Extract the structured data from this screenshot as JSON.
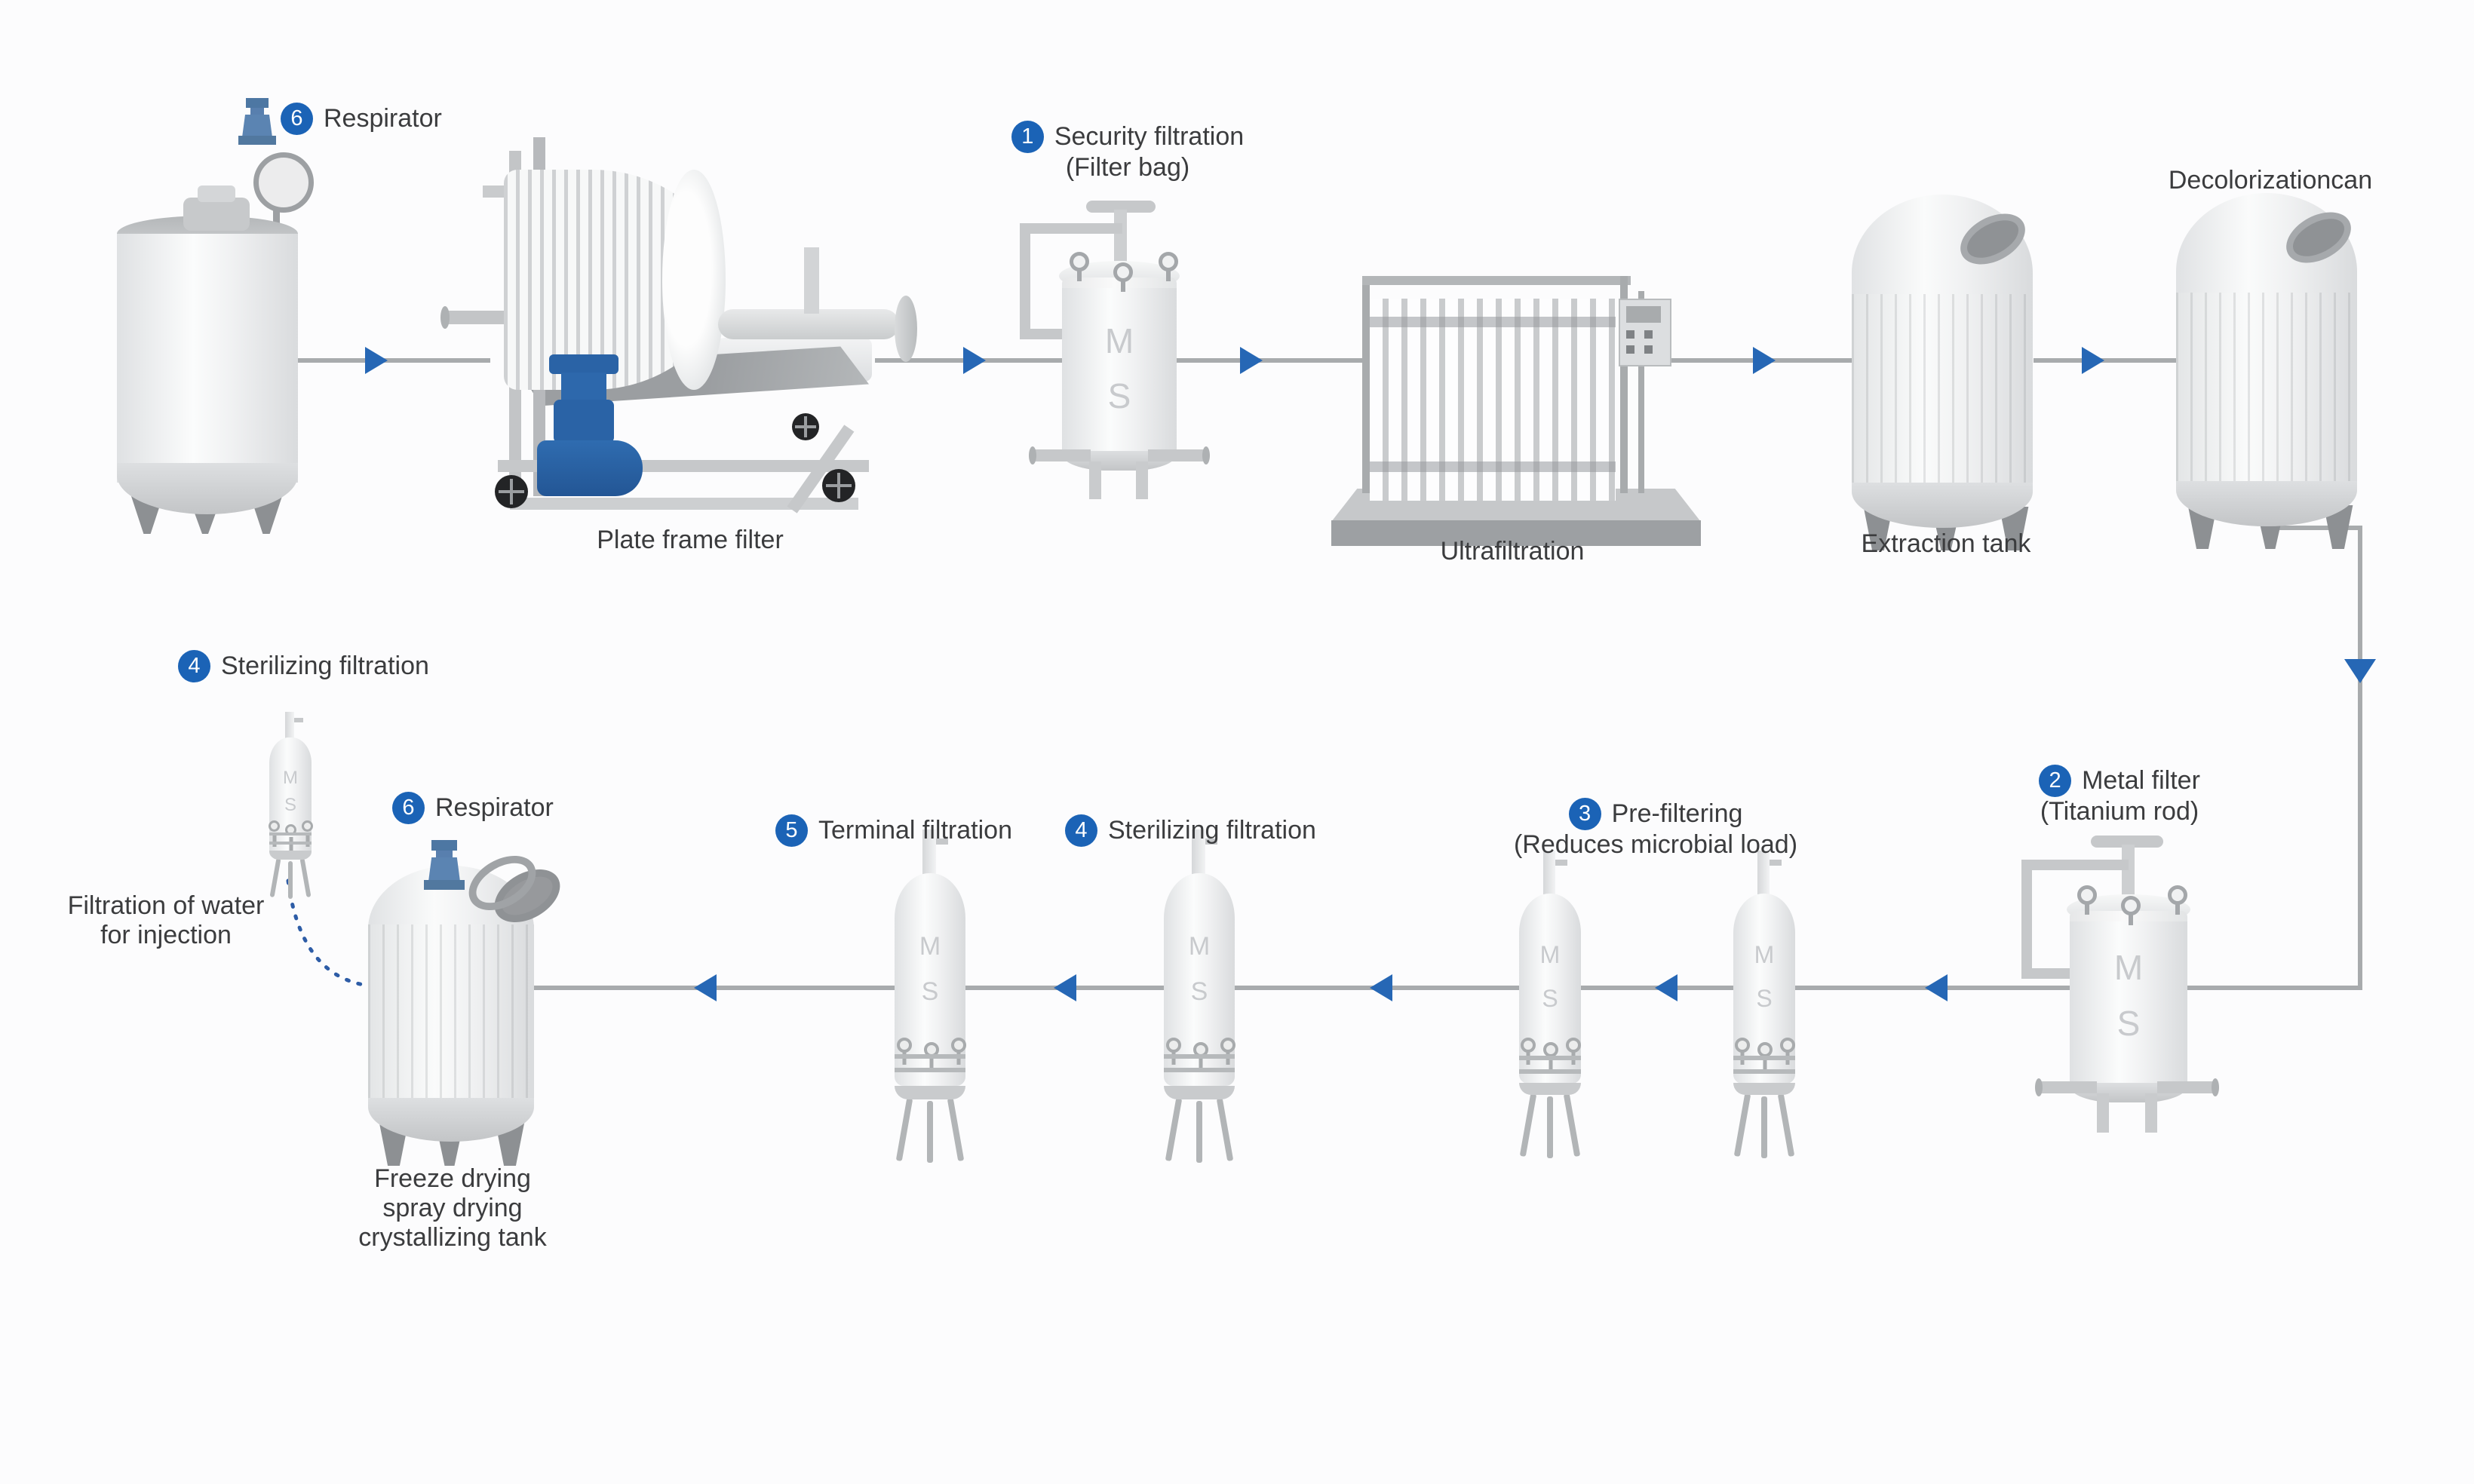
{
  "colors": {
    "accent_blue": "#1b63b6",
    "arrow_blue": "#2667b5",
    "pipe_gray": "#a8abad",
    "pump_blue": "#2a63a6",
    "respirator_blue": "#5b84b2",
    "text": "#3b3c3e",
    "vessel_letters": "#c8cacd"
  },
  "vessel_mark": {
    "m": "M",
    "s": "S"
  },
  "top_row": {
    "respirator": {
      "badge": "6",
      "label": "Respirator"
    },
    "plate_filter": {
      "caption": "Plate frame filter"
    },
    "security_filtration": {
      "badge": "1",
      "title": "Security filtration",
      "subtitle": "(Filter bag)"
    },
    "ultrafiltration": {
      "caption": "Ultrafiltration"
    },
    "extraction_tank": {
      "caption": "Extraction tank"
    },
    "decolorization_can": {
      "caption": "Decolorizationcan"
    }
  },
  "bottom_row": {
    "metal_filter": {
      "badge": "2",
      "title": "Metal filter",
      "subtitle": "(Titanium rod)"
    },
    "pre_filtering": {
      "badge": "3",
      "title": "Pre-filtering",
      "subtitle": "(Reduces microbial load)"
    },
    "sterilizing_filtration": {
      "badge": "4",
      "title": "Sterilizing filtration"
    },
    "terminal_filtration": {
      "badge": "5",
      "title": "Terminal filtration"
    },
    "island_sterilizing": {
      "badge": "4",
      "title": "Sterilizing filtration",
      "note_line1": "Filtration of water",
      "note_line2": "for injection"
    },
    "freeze_tank": {
      "respirator_badge": "6",
      "respirator_label": "Respirator",
      "caption_line1": "Freeze drying",
      "caption_line2": "spray drying",
      "caption_line3": "crystallizing tank"
    }
  }
}
